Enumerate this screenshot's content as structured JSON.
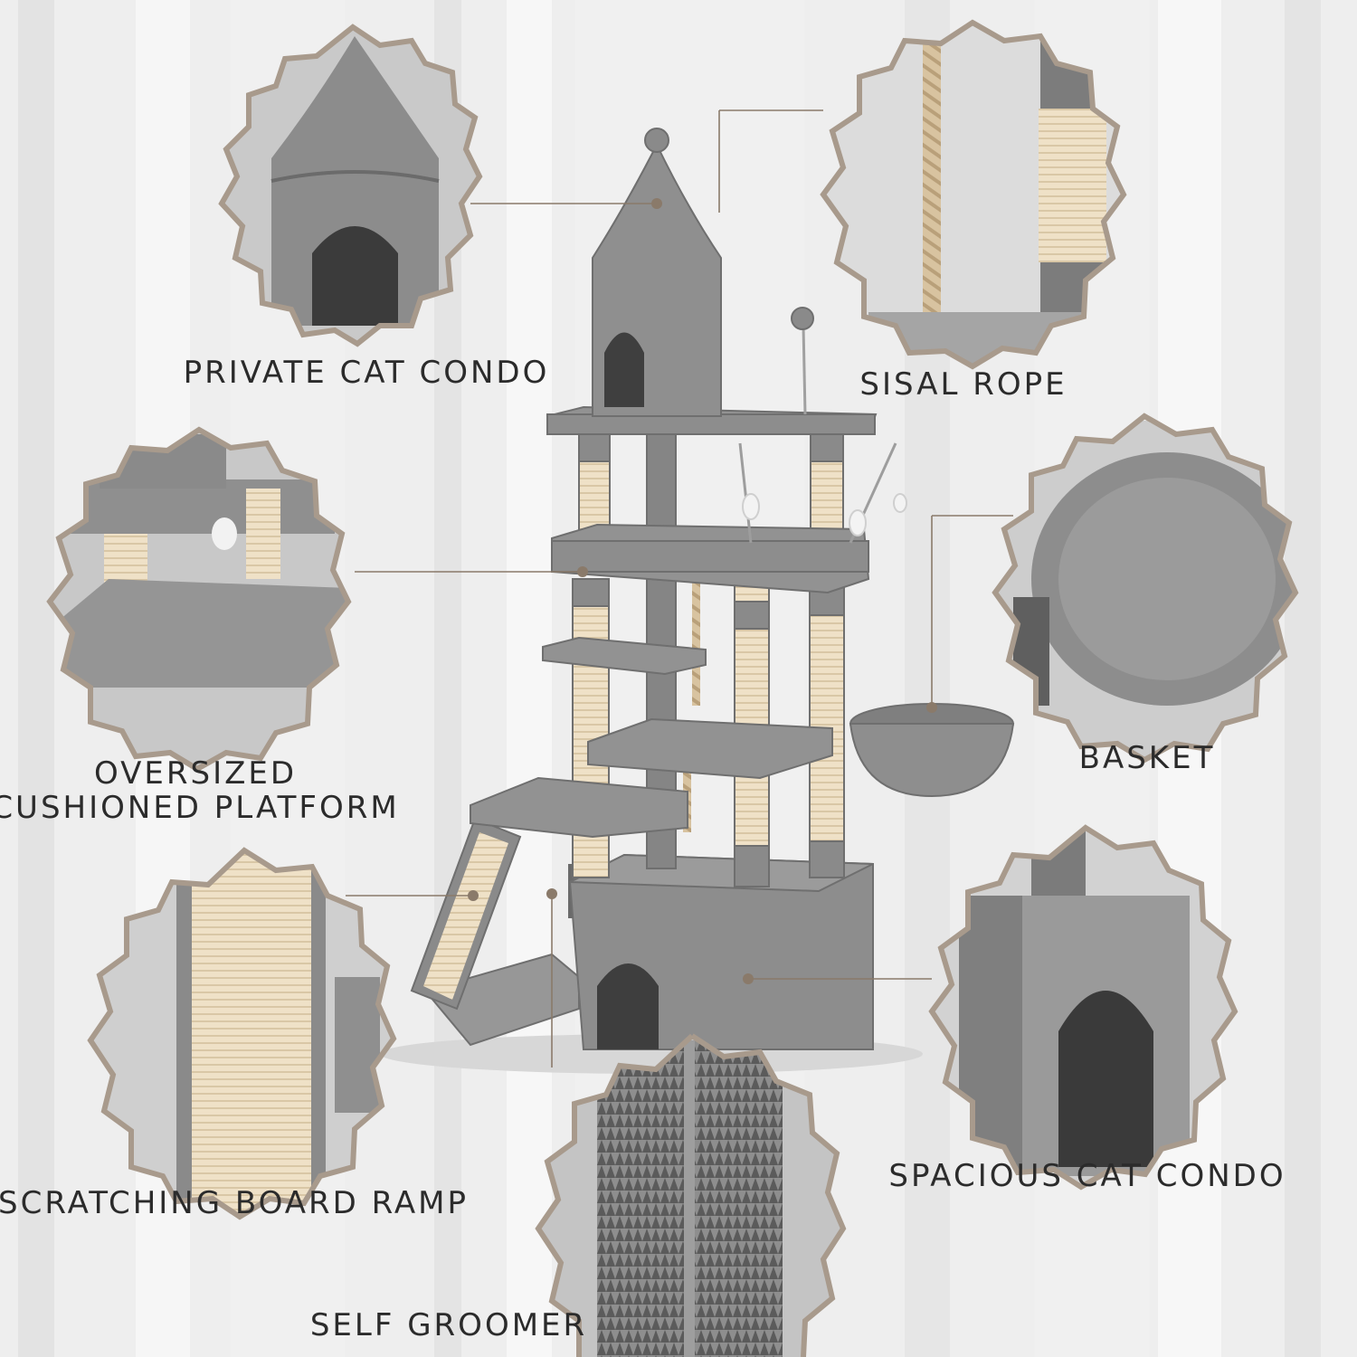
{
  "labels": {
    "private_cat_condo": "PRIVATE CAT CONDO",
    "sisal_rope": "SISAL ROPE",
    "oversized_line1": "OVERSIZED",
    "oversized_line2": "CUSHIONED PLATFORM",
    "basket": "BASKET",
    "scratching_board_ramp": "SCRATCHING BOARD RAMP",
    "spacious_cat_condo": "SPACIOUS CAT CONDO",
    "self_groomer": "SELF GROOMER"
  },
  "colors": {
    "background": "#eeeeee",
    "plush_gray": "#8f8f8f",
    "plush_dark": "#6f6f6f",
    "sisal": "#efe1c7",
    "frame_border": "#a89a8c",
    "leader_line": "#8a7a6a",
    "text": "#2b2b2b"
  }
}
